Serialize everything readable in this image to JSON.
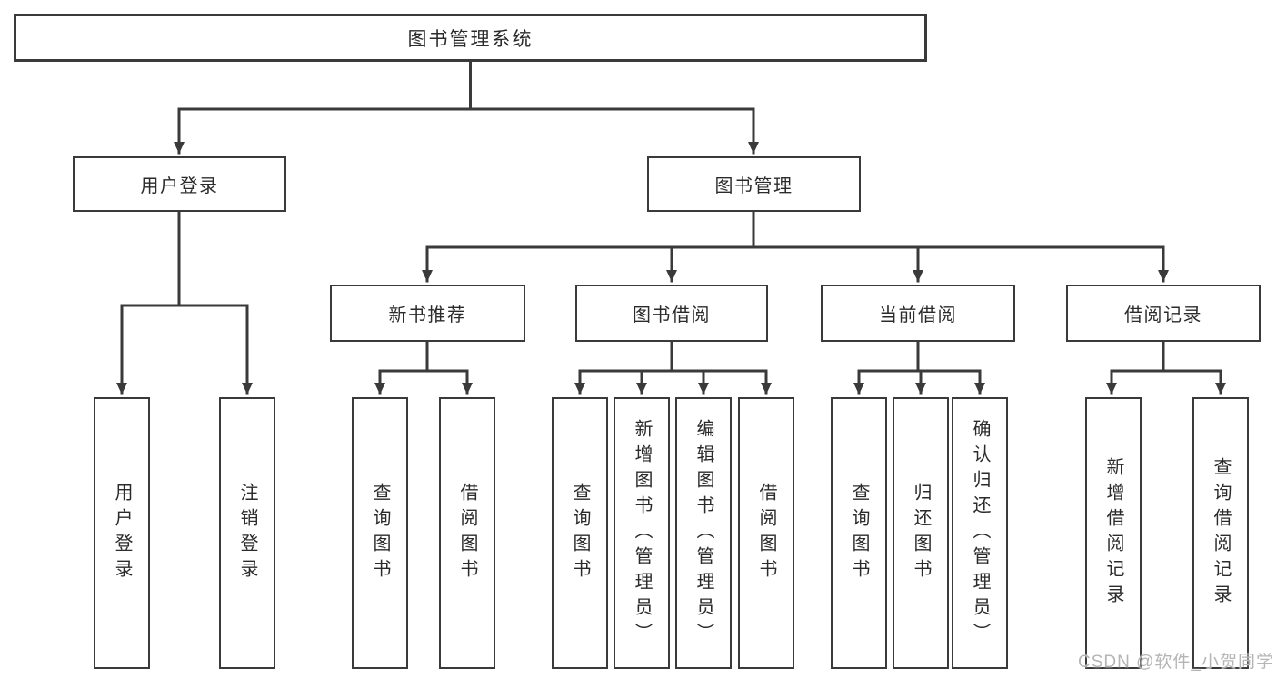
{
  "colors": {
    "background": "#ffffff",
    "line": "#3a3a3a",
    "box_border": "#3a3a3a",
    "text": "#2b2b2b",
    "watermark": "#b5b5b5"
  },
  "watermark": {
    "text": "CSDN @软件_小贺同学"
  },
  "tree": {
    "label": "图书管理系统",
    "children": [
      {
        "label": "用户登录",
        "children": [
          {
            "label": "用户登录"
          },
          {
            "label": "注销登录"
          }
        ]
      },
      {
        "label": "图书管理",
        "children": [
          {
            "label": "新书推荐",
            "children": [
              {
                "label": "查询图书"
              },
              {
                "label": "借阅图书"
              }
            ]
          },
          {
            "label": "图书借阅",
            "children": [
              {
                "label": "查询图书"
              },
              {
                "label": "新增图书（管理员）"
              },
              {
                "label": "编辑图书（管理员）"
              },
              {
                "label": "借阅图书"
              }
            ]
          },
          {
            "label": "当前借阅",
            "children": [
              {
                "label": "查询图书"
              },
              {
                "label": "归还图书"
              },
              {
                "label": "确认归还（管理员）"
              }
            ]
          },
          {
            "label": "借阅记录",
            "children": [
              {
                "label": "新增借阅记录"
              },
              {
                "label": "查询借阅记录"
              }
            ]
          }
        ]
      }
    ]
  }
}
